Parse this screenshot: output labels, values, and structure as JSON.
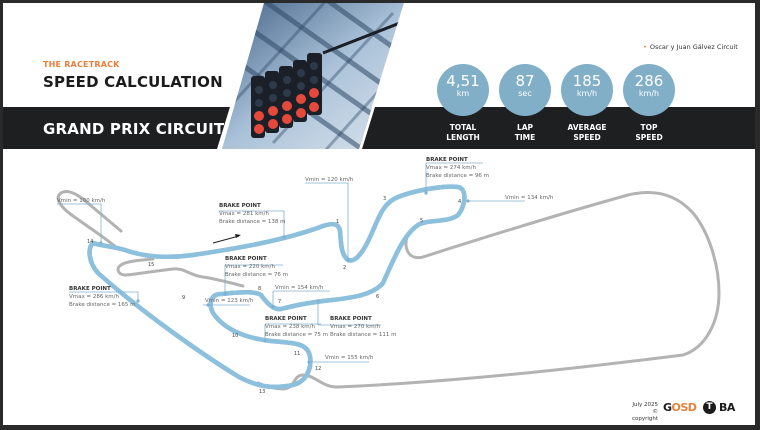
{
  "header": {
    "kicker": "THE RACETRACK",
    "title": "SPEED CALCULATION",
    "subtitle": "GRAND PRIX CIRCUIT",
    "legend": "Oscar y Juan Gálvez Circuit"
  },
  "stats": [
    {
      "value": "4,51",
      "unit": "km",
      "label1": "TOTAL",
      "label2": "LENGTH"
    },
    {
      "value": "87",
      "unit": "sec",
      "label1": "LAP",
      "label2": "TIME"
    },
    {
      "value": "185",
      "unit": "km/h",
      "label1": "AVERAGE",
      "label2": "SPEED"
    },
    {
      "value": "286",
      "unit": "km/h",
      "label1": "TOP",
      "label2": "SPEED"
    }
  ],
  "colors": {
    "accent": "#e8803a",
    "circle": "#82afc8",
    "band": "#1e1f21",
    "track_active": "#1e1f21",
    "track_inactive": "#b0b0b0",
    "callout": "#7fb0d0"
  },
  "annotations": {
    "brake_title": "BRAKE POINT",
    "b1_vmax": "Vmax = 281 km/h",
    "b1_dist": "Brake distance = 138 m",
    "b2_vmax": "Vmax = 274 km/h",
    "b2_dist": "Brake distance = 96 m",
    "b3_vmax": "Vmax = 220 km/h",
    "b3_dist": "Brake distance = 76 m",
    "b4_vmax": "Vmax = 286 km/h",
    "b4_dist": "Brake distance = 165 m",
    "b5_vmax": "Vmax = 238 km/h",
    "b5_dist": "Brake distance = 75 m",
    "b6_vmax": "Vmax = 270 km/h",
    "b6_dist": "Brake distance = 111 m",
    "v14": "Vmin = 100 km/h",
    "v2": "Vmin = 120 km/h",
    "v4": "Vmin = 134 km/h",
    "v7": "Vmin = 154 km/h",
    "v9": "Vmin = 123 km/h",
    "v12": "Vmin = 155 km/h"
  },
  "turns": [
    "1",
    "2",
    "3",
    "4",
    "5",
    "6",
    "7",
    "8",
    "9",
    "10",
    "11",
    "12",
    "13",
    "14",
    "15"
  ],
  "footer": {
    "date": "July 2025",
    "copyright": "© copyright",
    "logo1_a": "G",
    "logo1_b": "OSD",
    "logo2": "T",
    "logo3": "BA"
  }
}
